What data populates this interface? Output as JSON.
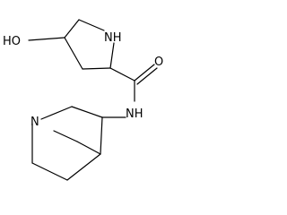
{
  "molecule": {
    "labels": {
      "hydroxyl": "HO",
      "pyrrolidine_nh": "NH",
      "carbonyl_o": "O",
      "amide_nh": "NH",
      "bridgehead_n": "N"
    }
  }
}
